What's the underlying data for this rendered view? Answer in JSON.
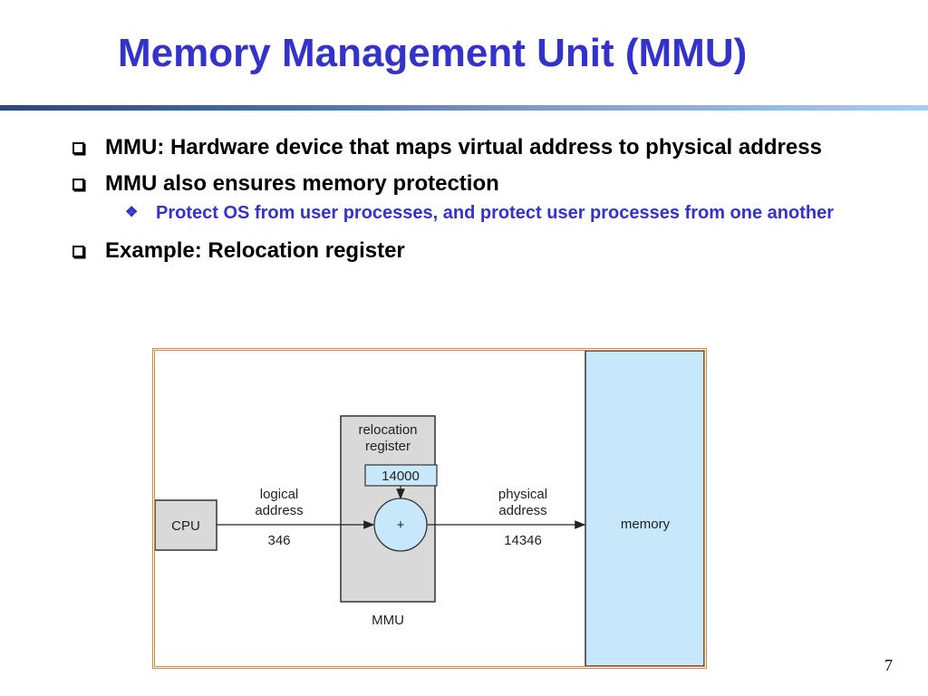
{
  "slide": {
    "title": "Memory Management Unit (MMU)",
    "page_number": "7"
  },
  "bullets": [
    {
      "level": 1,
      "text": "MMU: Hardware device that maps virtual address to physical address"
    },
    {
      "level": 1,
      "text": "MMU also ensures memory protection"
    },
    {
      "level": 2,
      "text": "Protect OS from user processes, and protect user processes from one another"
    },
    {
      "level": 1,
      "text": "Example: Relocation register"
    }
  ],
  "diagram": {
    "cpu_label": "CPU",
    "logical_label_line1": "logical",
    "logical_label_line2": "address",
    "logical_value": "346",
    "relocation_label_line1": "relocation",
    "relocation_label_line2": "register",
    "relocation_value": "14000",
    "adder_symbol": "+",
    "mmu_label": "MMU",
    "physical_label_line1": "physical",
    "physical_label_line2": "address",
    "physical_value": "14346",
    "memory_label": "memory",
    "colors": {
      "unit_fill": "#d9d9d9",
      "memory_fill": "#c6e8fa",
      "adder_fill": "#c6e8fa",
      "frame_border": "#d28a3c"
    }
  }
}
